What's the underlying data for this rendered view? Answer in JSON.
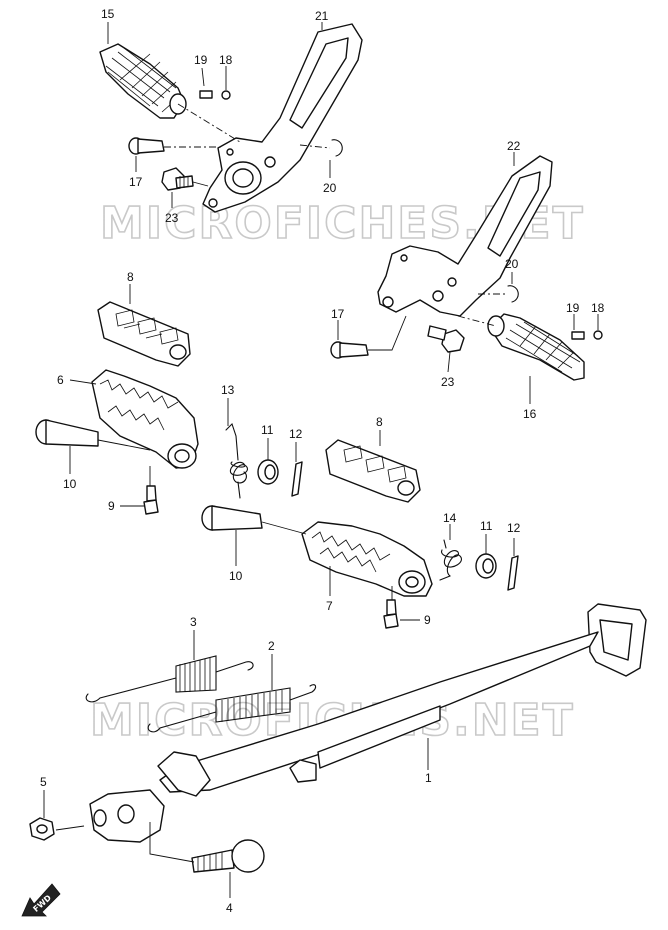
{
  "watermarks": [
    "MICROFICHES.NET",
    "MICROFICHES.NET"
  ],
  "fwd_label": "FWD",
  "labels": {
    "p15": "15",
    "p21": "21",
    "p19a": "19",
    "p18a": "18",
    "p17a": "17",
    "p20a": "20",
    "p23a": "23",
    "p22": "22",
    "p20b": "20",
    "p19b": "19",
    "p18b": "18",
    "p17b": "17",
    "p23b": "23",
    "p16": "16",
    "p8a": "8",
    "p6": "6",
    "p13": "13",
    "p11a": "11",
    "p12a": "12",
    "p10a": "10",
    "p9a": "9",
    "p8b": "8",
    "p14": "14",
    "p11b": "11",
    "p12b": "12",
    "p10b": "10",
    "p7": "7",
    "p9b": "9",
    "p3": "3",
    "p2": "2",
    "p1": "1",
    "p5": "5",
    "p4": "4"
  }
}
